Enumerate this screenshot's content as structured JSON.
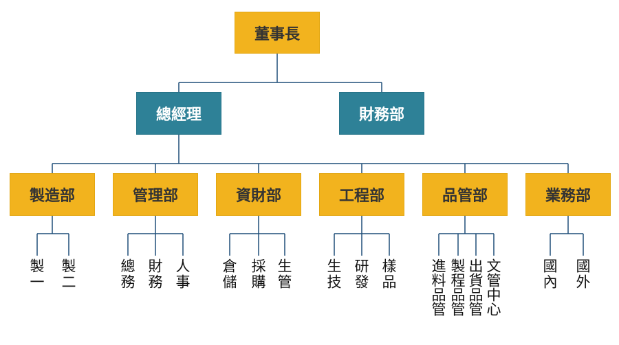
{
  "chart_data": {
    "type": "org-chart",
    "root": "董事長",
    "level2": [
      "總經理",
      "財務部"
    ],
    "departments": [
      "製造部",
      "管理部",
      "資財部",
      "工程部",
      "品管部",
      "業務部"
    ],
    "units": {
      "製造部": [
        "製一",
        "製二"
      ],
      "管理部": [
        "總務",
        "財務",
        "人事"
      ],
      "資財部": [
        "倉儲",
        "採購",
        "生管"
      ],
      "工程部": [
        "生技",
        "研發",
        "樣品"
      ],
      "品管部": [
        "進料品管",
        "製程品管",
        "出貨品管",
        "文管中心"
      ],
      "業務部": [
        "國內",
        "國外"
      ]
    }
  },
  "colors": {
    "gold": "#f2b31e",
    "teal": "#2e8197",
    "line": "#1f4e79"
  }
}
